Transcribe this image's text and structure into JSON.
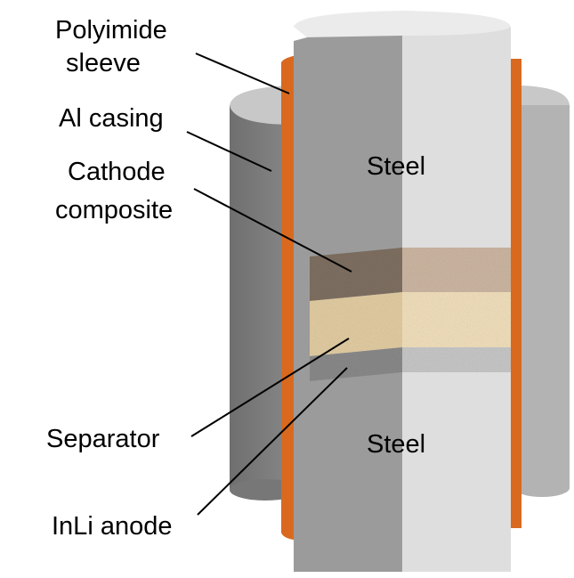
{
  "labels": {
    "polyimide_line1": "Polyimide",
    "polyimide_line2": "sleeve",
    "al_casing": "Al casing",
    "cathode_line1": "Cathode",
    "cathode_line2": "composite",
    "separator": "Separator",
    "anode": "InLi anode",
    "steel_top": "Steel",
    "steel_bottom": "Steel"
  },
  "colors": {
    "polyimide": "#d9691f",
    "steel_dark": "#9b9b9b",
    "steel_light": "#dedede",
    "al_dark": "#7d7d7d",
    "al_light": "#b0b0b0",
    "cathode": "#8a7a6c",
    "separator": "#e8d2a8",
    "anode": "#a8a8a8"
  }
}
